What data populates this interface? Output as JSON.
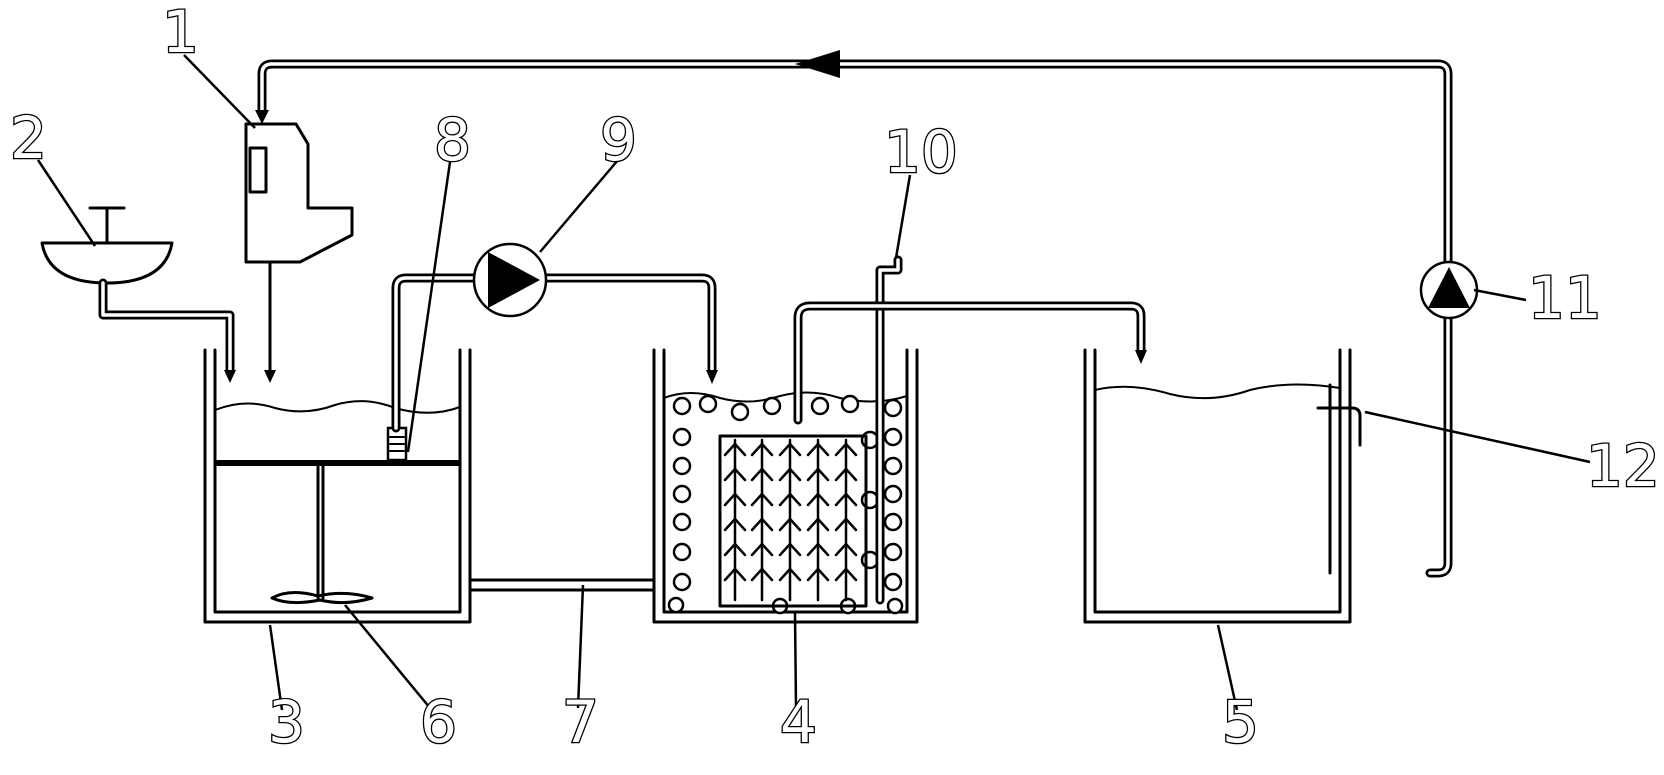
{
  "labels": {
    "l1": "1",
    "l2": "2",
    "l3": "3",
    "l4": "4",
    "l5": "5",
    "l6": "6",
    "l7": "7",
    "l8": "8",
    "l9": "9",
    "l10": "10",
    "l11": "11",
    "l12": "12"
  },
  "colors": {
    "line": "#000000",
    "background": "#ffffff"
  }
}
